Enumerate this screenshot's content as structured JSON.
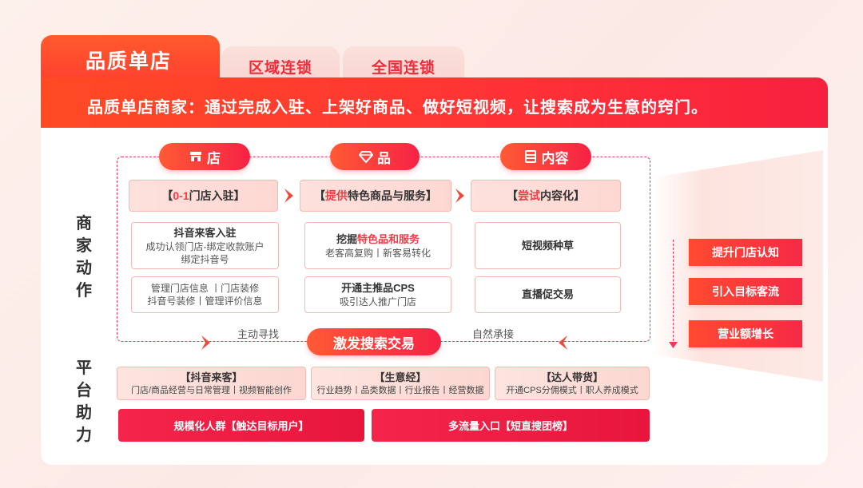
{
  "tabs": [
    {
      "label": "品质单店",
      "active": true
    },
    {
      "label": "区域连锁",
      "active": false
    },
    {
      "label": "全国连锁",
      "active": false
    }
  ],
  "banner": {
    "text": "品质单店商家：通过完成入驻、上架好商品、做好短视频，让搜索成为生意的窍门。"
  },
  "sections": {
    "merchant": [
      "商",
      "家",
      "动",
      "作"
    ],
    "platform": [
      "平",
      "台",
      "助",
      "力"
    ]
  },
  "columns": [
    {
      "pill": "店",
      "icon": "store-icon",
      "head": {
        "highlight": "0-1",
        "rest": "门店入驻",
        "open": "【",
        "close": "】"
      },
      "items": [
        {
          "title": "抖音来客入驻",
          "lines": [
            "成功认领门店-绑定收款账户",
            "绑定抖音号"
          ]
        },
        {
          "title": "",
          "lines": [
            "管理门店信息 丨门店装修",
            "抖音号装修丨管理评价信息"
          ]
        }
      ]
    },
    {
      "pill": "品",
      "icon": "diamond-icon",
      "head": {
        "highlight": "提供",
        "rest": "特色商品与服务",
        "open": "【",
        "close": "】"
      },
      "items": [
        {
          "title_prefix": "挖掘",
          "title_highlight": "特色品和服务",
          "lines": [
            "老客高复购丨新客易转化"
          ]
        },
        {
          "title": "开通主推品CPS",
          "lines": [
            "吸引达人推广门店"
          ]
        }
      ]
    },
    {
      "pill": "内容",
      "icon": "content-icon",
      "head": {
        "highlight": "尝试",
        "rest": "内容化",
        "open": "【",
        "close": "】"
      },
      "items": [
        {
          "title": "短视频种草",
          "lines": []
        },
        {
          "title": "直播促交易",
          "lines": []
        }
      ]
    }
  ],
  "flow": {
    "left": "主动寻找",
    "right": "自然承接",
    "center": "激发搜索交易"
  },
  "results": [
    "提升门店认知",
    "引入目标客流",
    "营业额增长"
  ],
  "platform": {
    "boxes": [
      {
        "title": "【抖音来客】",
        "sub": "门店/商品经营与日常管理丨视频智能创作"
      },
      {
        "title": "【生意经】",
        "sub": "行业趋势丨品类数据丨行业报告丨经营数据"
      },
      {
        "title": "【达人带货】",
        "sub": "开通CPS分佣模式丨职人养成模式"
      }
    ],
    "bars": [
      "规模化人群【触达目标用户】",
      "多流量入口【短直搜团榜】"
    ]
  },
  "colors": {
    "accent": "#f23b45",
    "primary": "#ff4a24"
  }
}
